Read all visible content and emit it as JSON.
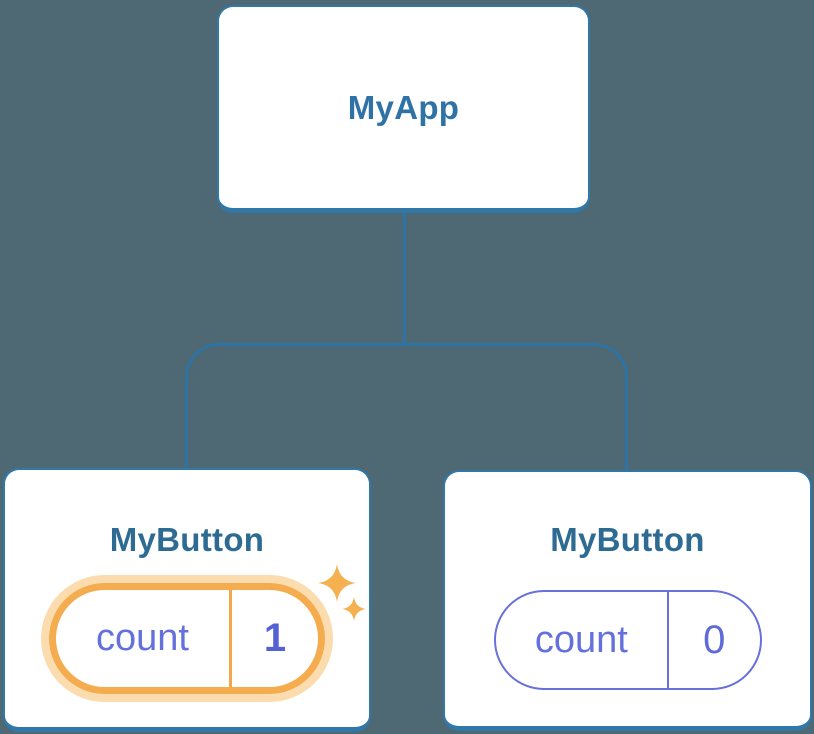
{
  "diagram": {
    "description": "Component tree with independent state",
    "root": {
      "label": "MyApp"
    },
    "children": [
      {
        "label": "MyButton",
        "state": {
          "name": "count",
          "value": "1"
        },
        "highlighted": true
      },
      {
        "label": "MyButton",
        "state": {
          "name": "count",
          "value": "0"
        },
        "highlighted": false
      }
    ]
  },
  "colors": {
    "background": "#4E6973",
    "connector_blue": "#2E73A4",
    "card_border_blue": "#3177A8",
    "title_blue_app": "#2F72A6",
    "title_blue_button": "#2E6B93",
    "state_indigo": "#6470DC",
    "value_indigo_bold": "#5361D5",
    "value_indigo": "#5E6BD8",
    "pill_border_indigo": "#6671DB",
    "highlight_orange": "#F4AC4F",
    "highlight_halo": "#FBDCAE",
    "sparkle_orange": "#F5B050"
  }
}
